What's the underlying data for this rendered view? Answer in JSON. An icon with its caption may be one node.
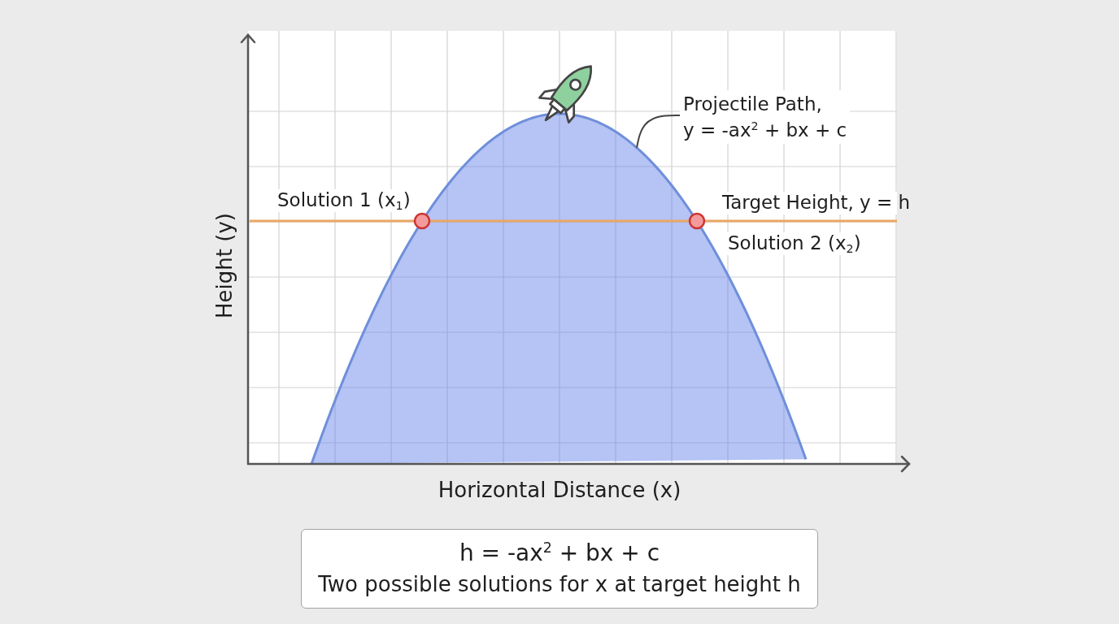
{
  "diagram": {
    "nodes": [
      {
        "text": [
          "Projectile Path,",
          "y = -ax$^{2}$ + bx + c"
        ]
      },
      {
        "text": [],
        "shape": "curve"
      },
      {
        "text": [
          "h = -ax$^{2}$ + bx + c",
          "Two possible solutions for x at target height h"
        ]
      }
    ],
    "edges": [
      {
        "from": 0,
        "to": 1,
        "arrow": "none"
      }
    ],
    "labels": [
      "Solution 1 (x$_{1}$)",
      "Target Height, y = h",
      "Solution 2 (x$_{2}$)",
      "Height (y)",
      "Horizontal Distance (x)"
    ]
  }
}
